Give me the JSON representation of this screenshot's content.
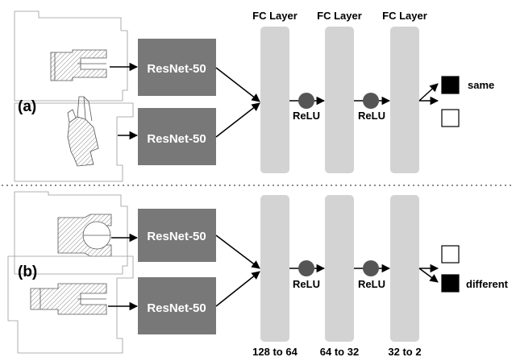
{
  "panels": [
    {
      "label": "(a)",
      "backbones": [
        "ResNet-50",
        "ResNet-50"
      ],
      "activations": [
        "ReLU",
        "ReLU"
      ],
      "outputs": [
        {
          "state": "filled",
          "label": "same"
        },
        {
          "state": "empty",
          "label": ""
        }
      ]
    },
    {
      "label": "(b)",
      "backbones": [
        "ResNet-50",
        "ResNet-50"
      ],
      "activations": [
        "ReLU",
        "ReLU"
      ],
      "outputs": [
        {
          "state": "empty",
          "label": ""
        },
        {
          "state": "filled",
          "label": "different"
        }
      ]
    }
  ],
  "fc_layers": [
    {
      "title": "FC Layer",
      "dims": "128 to 64"
    },
    {
      "title": "FC Layer",
      "dims": "64 to 32"
    },
    {
      "title": "FC Layer",
      "dims": "32 to 2"
    }
  ],
  "colors": {
    "resnet_box": "#787878",
    "fc_layer": "#d3d3d3",
    "relu_node": "#555555",
    "output_filled": "#000000",
    "drawing_line": "#555555",
    "divider": "#666666"
  }
}
